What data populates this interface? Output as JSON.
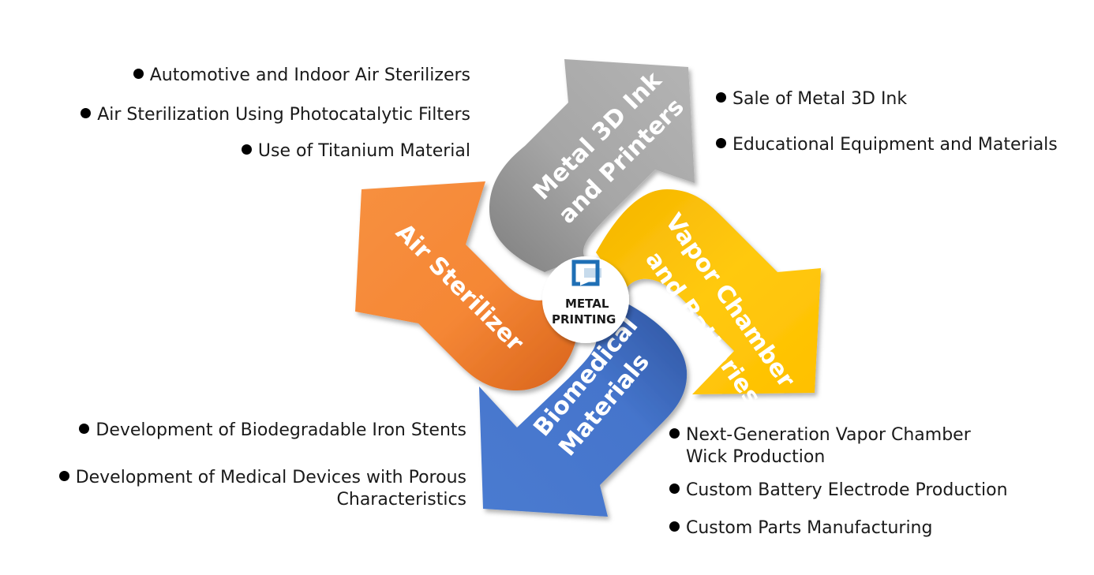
{
  "center": {
    "logo_line1": "METAL",
    "logo_line2": "PRINTING",
    "logo_color": "#1f6fb5",
    "logo_icon": "metal-printing-logo-icon"
  },
  "arrows": {
    "metal3d": {
      "line1": "Metal 3D Ink",
      "line2": "and Printers",
      "color": "#a6a6a6"
    },
    "vapor": {
      "line1": "Vapor Chamber",
      "line2": "and Batteries",
      "color": "#ffc000"
    },
    "biomedical": {
      "line1": "Biomedical",
      "line2": "Materials",
      "color": "#4472c4"
    },
    "air": {
      "line1": "Air Sterilizer",
      "color": "#f58735"
    }
  },
  "bullets": {
    "air_sterilizer": [
      "Automotive and Indoor Air Sterilizers",
      "Air Sterilization Using Photocatalytic Filters",
      "Use of Titanium Material"
    ],
    "metal3d": [
      "Sale of Metal 3D Ink",
      "Educational Equipment and Materials"
    ],
    "biomedical": [
      "Development of Biodegradable Iron Stents",
      "Development of Medical Devices with Porous Characteristics"
    ],
    "vapor": [
      "Next-Generation Vapor Chamber Wick Production",
      "Custom Battery Electrode Production",
      "Custom Parts Manufacturing"
    ]
  }
}
